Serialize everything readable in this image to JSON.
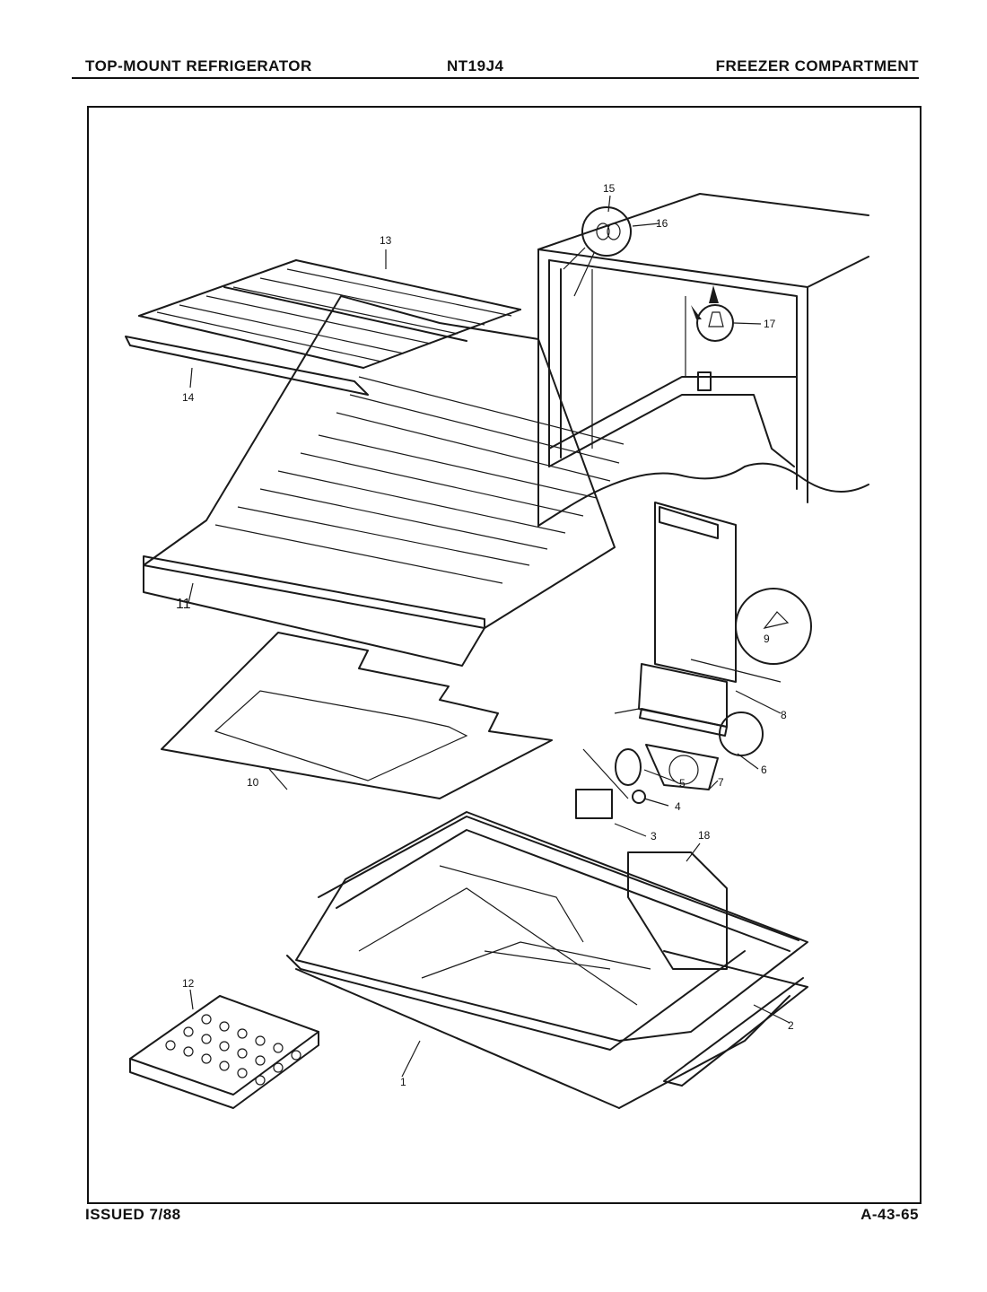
{
  "header": {
    "left": "TOP-MOUNT REFRIGERATOR",
    "model": "NT19J4",
    "right": "FREEZER COMPARTMENT"
  },
  "footer": {
    "issued": "ISSUED 7/88",
    "page_code": "A-43-65"
  },
  "callouts": {
    "c1": "1",
    "c2": "2",
    "c3": "3",
    "c4": "4",
    "c5": "5",
    "c6": "6",
    "c7": "7",
    "c8": "8",
    "c9": "9",
    "c10": "10",
    "c11": "11",
    "c12": "12",
    "c13": "13",
    "c14": "14",
    "c15": "15",
    "c16": "16",
    "c17": "17",
    "c18": "18"
  }
}
